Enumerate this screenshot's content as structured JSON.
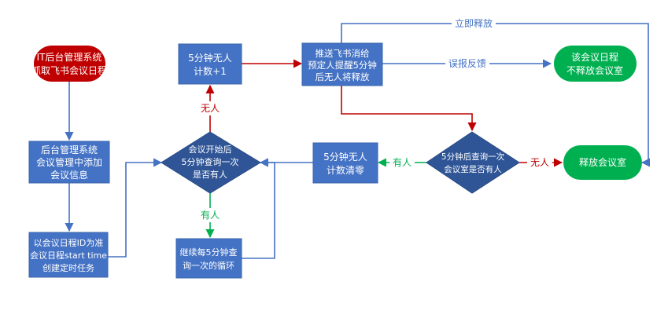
{
  "nodes": {
    "start": {
      "line1": "IT后台管理系统",
      "line2": "抓取飞书会议日程"
    },
    "add": {
      "line1": "后台管理系统",
      "line2": "会议管理中添加",
      "line3": "会议信息"
    },
    "task": {
      "line1": "以会议日程ID为准",
      "line2": "会议日程start time",
      "line3": "创建定时任务"
    },
    "check": {
      "line1": "会议开始后",
      "line2": "5分钟查询一次",
      "line3": "是否有人"
    },
    "count": {
      "line1": "5分钟无人",
      "line2": "计数+1"
    },
    "loop": {
      "line1": "继续每5分钟查",
      "line2": "询一次的循环"
    },
    "notify": {
      "line1": "推送飞书消给",
      "line2": "预定人提醒5分钟",
      "line3": "后无人将释放"
    },
    "reset": {
      "line1": "5分钟无人",
      "line2": "计数清零"
    },
    "recheck": {
      "line1": "5分钟后查询一次",
      "line2": "会议室是否有人"
    },
    "keep": {
      "line1": "该会议日程",
      "line2": "不释放会议室"
    },
    "release": {
      "line1": "释放会议室"
    }
  },
  "edges": {
    "check_count": "无人",
    "check_loop": "有人",
    "recheck_reset": "有人",
    "recheck_release": "无人",
    "notify_keep": "误报反馈",
    "notify_release": "立即释放"
  },
  "colors": {
    "box": "#4472c4",
    "box_stroke": "#3a64ad",
    "red_node": "#c00000",
    "green_node": "#00b050",
    "arrow_blue": "#4472c4",
    "arrow_red": "#c00000",
    "arrow_green": "#00b050",
    "label_blue": "#4472c4"
  }
}
